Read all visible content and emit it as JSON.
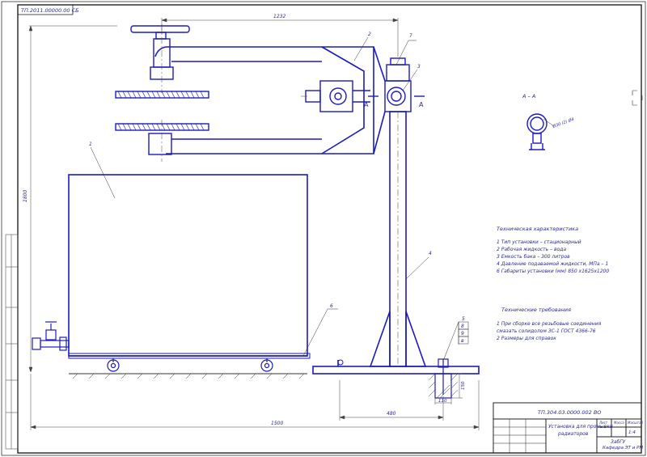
{
  "drawing": {
    "stamp_top_left": "ТП.2011.00000.00 СБ",
    "frame_dim_top": "1232",
    "frame_dim_left": "1800",
    "dim_bottom_total": "1500",
    "dim_bottom_base": "480",
    "dim_height_small": "150",
    "dim_width_small": "110",
    "section_label": "A – A",
    "section_callout": "Ø30 (2) Ø4",
    "cut_marker": "A",
    "callouts": [
      "1",
      "2",
      "3",
      "4",
      "5",
      "6",
      "7",
      "8",
      "9"
    ],
    "specs_title": "Техническая характеристика",
    "specs": [
      "1  Тип установки – стационарный",
      "2  Рабочая жидкость – вода",
      "3  Емкость бака – 300 литров",
      "4  Давление подаваемой жидкости, МПа – 1",
      "6  Габариты установки (мм) 850 х1625х1200"
    ],
    "req_title": "Технические требования",
    "reqs": [
      "1  При сборке все резьбовые соединения",
      "смазать солидолом ЗС-1 ГОСТ 4366-76",
      "2  Размеры для справок"
    ],
    "title_block": {
      "code": "ТП.304.03.0000.002 ВО",
      "name_line1": "Установка для промывки",
      "name_line2": "радиаторов",
      "org_line1": "ЗабГУ",
      "org_line2": "Кафедра ЭТ и РМ",
      "sheet_label": "Лист",
      "mass_label": "Масса",
      "scale_label": "Масштаб",
      "scale_value": "1:4"
    }
  }
}
